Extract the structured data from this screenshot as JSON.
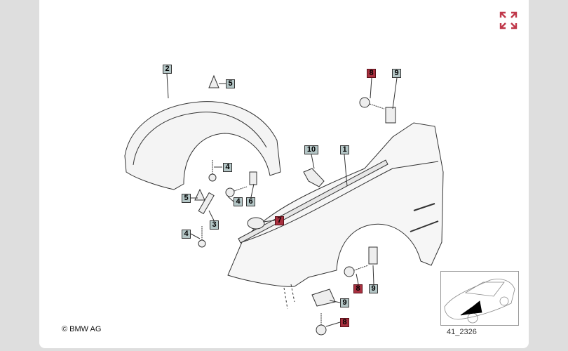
{
  "diagram": {
    "copyright": "© BMW AG",
    "thumbnail_caption": "41_2326",
    "callouts": [
      {
        "label": "2",
        "highlighted": false
      },
      {
        "label": "5",
        "highlighted": false
      },
      {
        "label": "4",
        "highlighted": false
      },
      {
        "label": "5",
        "highlighted": false
      },
      {
        "label": "4",
        "highlighted": false
      },
      {
        "label": "6",
        "highlighted": false
      },
      {
        "label": "3",
        "highlighted": false
      },
      {
        "label": "4",
        "highlighted": false
      },
      {
        "label": "7",
        "highlighted": true
      },
      {
        "label": "10",
        "highlighted": false
      },
      {
        "label": "1",
        "highlighted": false
      },
      {
        "label": "8",
        "highlighted": true
      },
      {
        "label": "9",
        "highlighted": false
      },
      {
        "label": "8",
        "highlighted": true
      },
      {
        "label": "9",
        "highlighted": false
      },
      {
        "label": "9",
        "highlighted": false
      },
      {
        "label": "8",
        "highlighted": true
      }
    ]
  },
  "controls": {
    "expand_icon": "expand-arrows-icon",
    "accent": "#c0394b"
  }
}
